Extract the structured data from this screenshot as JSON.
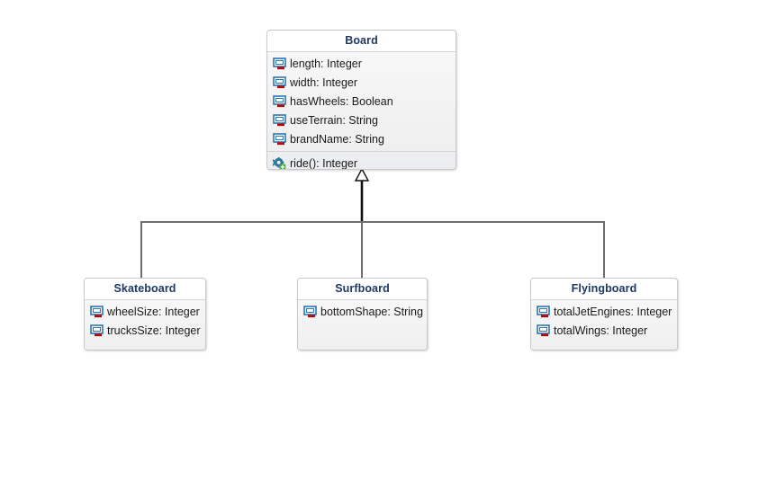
{
  "diagram": {
    "type": "uml-class-diagram",
    "background_color": "#ffffff",
    "title_color": "#1f3864",
    "connector_color": "#6e6e6e",
    "inheritance_line_color": "#111111",
    "attribute_icon_name": "attribute-icon",
    "operation_icon_name": "operation-icon"
  },
  "classes": [
    {
      "id": "board",
      "name": "Board",
      "attributes": [
        {
          "icon": "attribute-icon",
          "text": "length: Integer"
        },
        {
          "icon": "attribute-icon",
          "text": "width: Integer"
        },
        {
          "icon": "attribute-icon",
          "text": "hasWheels: Boolean"
        },
        {
          "icon": "attribute-icon",
          "text": "useTerrain: String"
        },
        {
          "icon": "attribute-icon",
          "text": "brandName: String"
        }
      ],
      "operations": [
        {
          "icon": "operation-icon",
          "text": "ride(): Integer"
        }
      ]
    },
    {
      "id": "skateboard",
      "name": "Skateboard",
      "attributes": [
        {
          "icon": "attribute-icon",
          "text": "wheelSize: Integer"
        },
        {
          "icon": "attribute-icon",
          "text": "trucksSize: Integer"
        }
      ],
      "operations": []
    },
    {
      "id": "surfboard",
      "name": "Surfboard",
      "attributes": [
        {
          "icon": "attribute-icon",
          "text": "bottomShape: String"
        }
      ],
      "operations": []
    },
    {
      "id": "flyingboard",
      "name": "Flyingboard",
      "attributes": [
        {
          "icon": "attribute-icon",
          "text": "totalJetEngines: Integer"
        },
        {
          "icon": "attribute-icon",
          "text": "totalWings: Integer"
        }
      ],
      "operations": []
    }
  ],
  "relationships": [
    {
      "type": "generalization",
      "from": "skateboard",
      "to": "board"
    },
    {
      "type": "generalization",
      "from": "surfboard",
      "to": "board"
    },
    {
      "type": "generalization",
      "from": "flyingboard",
      "to": "board"
    }
  ]
}
